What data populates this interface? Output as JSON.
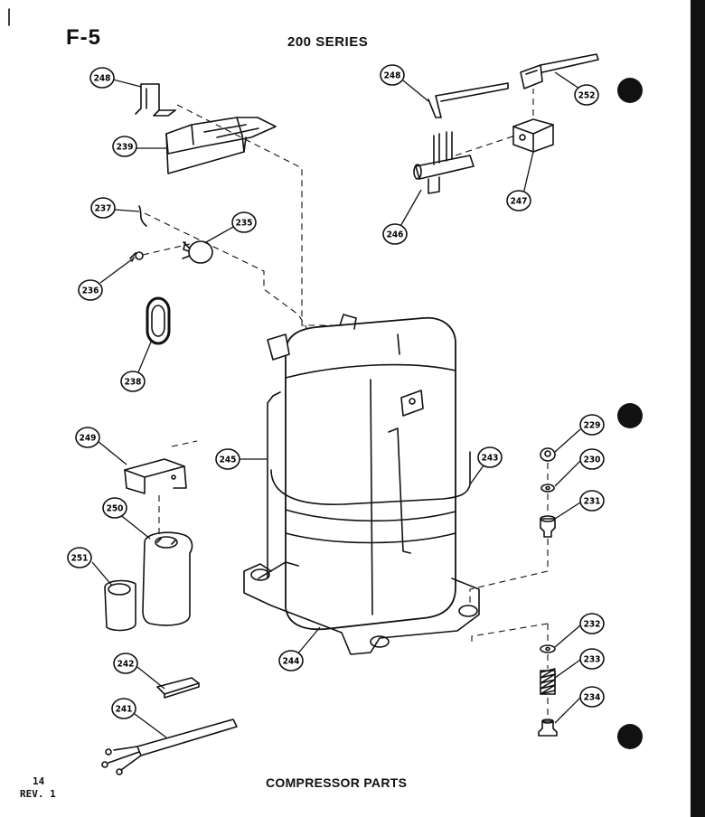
{
  "header": {
    "figure_code": "F-5",
    "series": "200 SERIES"
  },
  "footer": {
    "page_number": "14",
    "revision": "REV. 1",
    "caption": "COMPRESSOR PARTS"
  },
  "callouts": {
    "c248a": "248",
    "c239": "239",
    "c237": "237",
    "c235": "235",
    "c236": "236",
    "c238": "238",
    "c248b": "248",
    "c252": "252",
    "c247": "247",
    "c246": "246",
    "c249": "249",
    "c250": "250",
    "c251": "251",
    "c245": "245",
    "c243": "243",
    "c244": "244",
    "c242": "242",
    "c241": "241",
    "c229": "229",
    "c230": "230",
    "c231": "231",
    "c232": "232",
    "c233": "233",
    "c234": "234"
  }
}
